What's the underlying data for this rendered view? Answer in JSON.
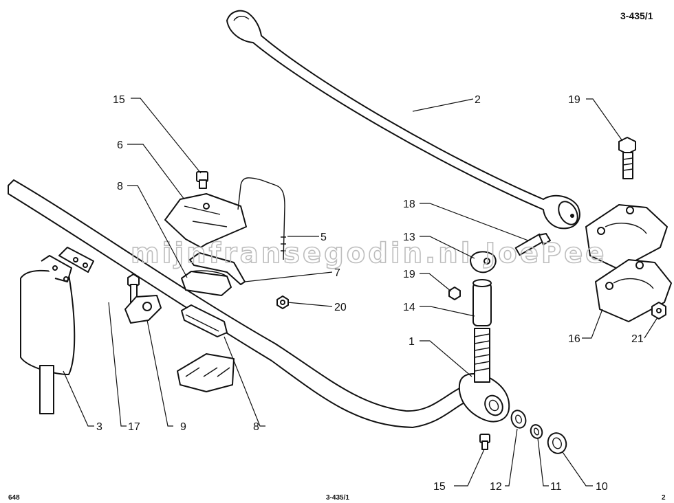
{
  "header": {
    "drawing_number": "3-435/1"
  },
  "footer": {
    "left": "648",
    "center": "3-435/1",
    "right": "2"
  },
  "watermark": {
    "text": "mijnfransegodin.nl JoePee"
  },
  "callouts": [
    {
      "id": "c-2",
      "text": "2"
    },
    {
      "id": "c-19a",
      "text": "19"
    },
    {
      "id": "c-15a",
      "text": "15"
    },
    {
      "id": "c-6",
      "text": "6"
    },
    {
      "id": "c-8a",
      "text": "8"
    },
    {
      "id": "c-5",
      "text": "5"
    },
    {
      "id": "c-18",
      "text": "18"
    },
    {
      "id": "c-13",
      "text": "13"
    },
    {
      "id": "c-19b",
      "text": "19"
    },
    {
      "id": "c-7",
      "text": "7"
    },
    {
      "id": "c-20",
      "text": "20"
    },
    {
      "id": "c-14",
      "text": "14"
    },
    {
      "id": "c-1",
      "text": "1"
    },
    {
      "id": "c-16",
      "text": "16"
    },
    {
      "id": "c-21",
      "text": "21"
    },
    {
      "id": "c-3",
      "text": "3"
    },
    {
      "id": "c-17",
      "text": "17"
    },
    {
      "id": "c-9",
      "text": "9"
    },
    {
      "id": "c-8b",
      "text": "8"
    },
    {
      "id": "c-15b",
      "text": "15"
    },
    {
      "id": "c-12",
      "text": "12"
    },
    {
      "id": "c-11",
      "text": "11"
    },
    {
      "id": "c-10",
      "text": "10"
    }
  ]
}
